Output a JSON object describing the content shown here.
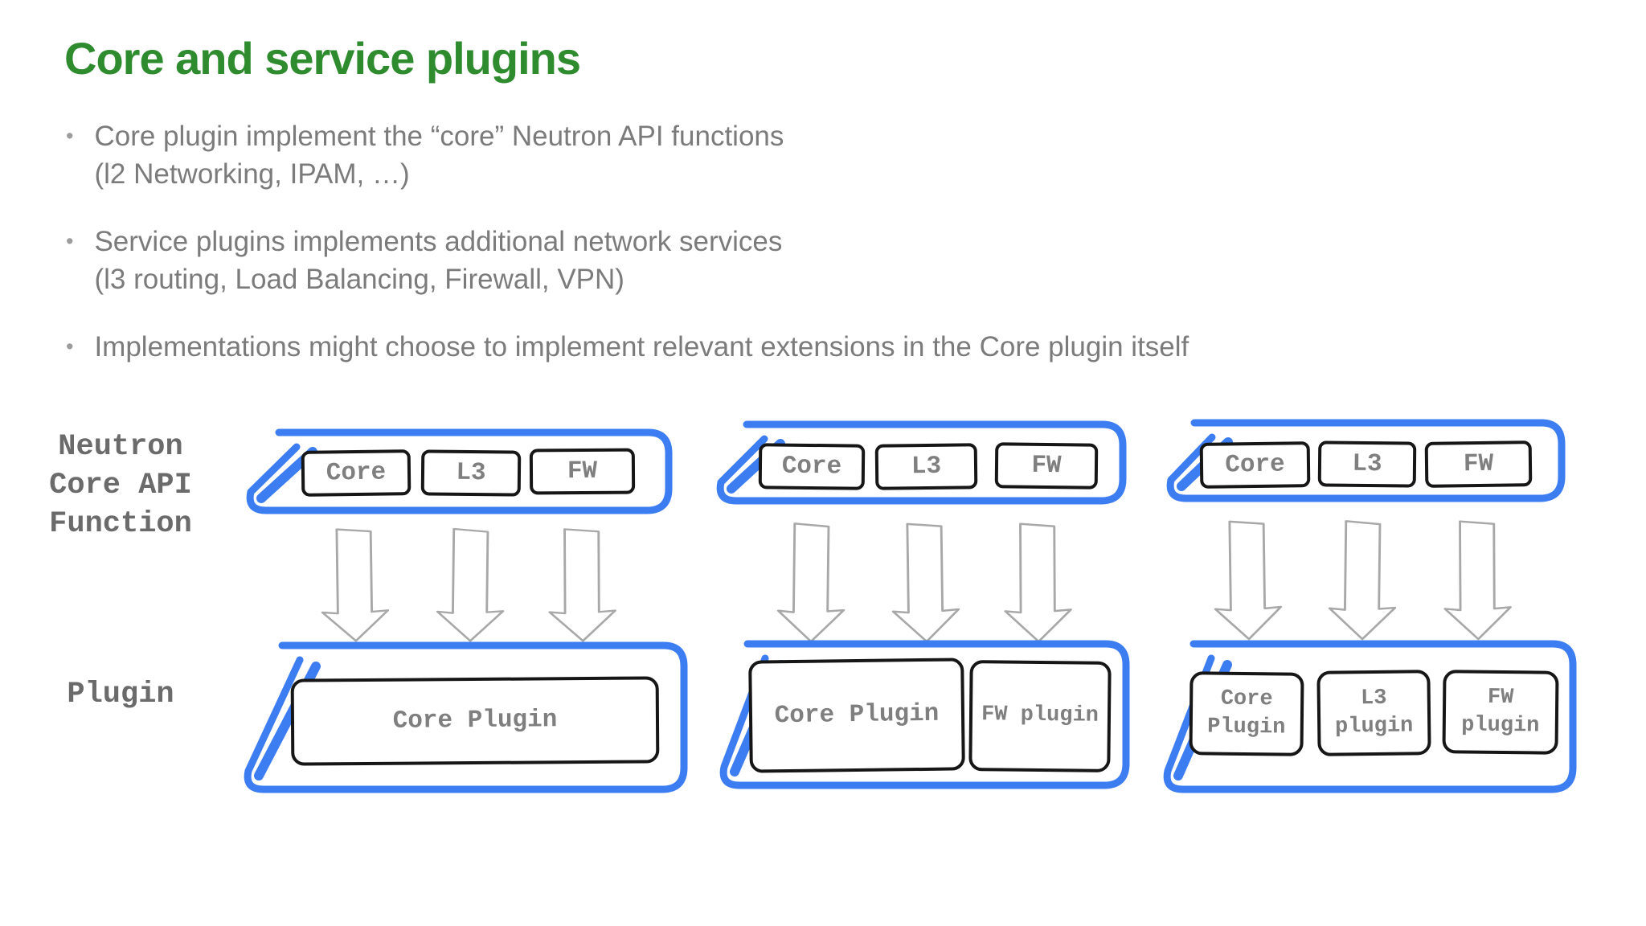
{
  "slide": {
    "title": "Core and service plugins",
    "bullet_char": "•",
    "bullets": [
      {
        "line1": "Core plugin implement the “core” Neutron API functions",
        "line2": "(l2 Networking, IPAM, …)"
      },
      {
        "line1": "Service plugins implements additional network services",
        "line2": "(l3 routing, Load Balancing, Firewall, VPN)"
      },
      {
        "line1": "Implementations might choose to implement relevant extensions in the Core plugin itself",
        "line2": ""
      }
    ]
  },
  "diagram": {
    "api_row_label": "Neutron\nCore API\nFunction",
    "plugin_row_label": "Plugin",
    "groups": [
      {
        "api_boxes": [
          "Core",
          "L3",
          "FW"
        ],
        "plugin_boxes": [
          "Core Plugin"
        ]
      },
      {
        "api_boxes": [
          "Core",
          "L3",
          "FW"
        ],
        "plugin_boxes": [
          "Core Plugin",
          "FW plugin"
        ]
      },
      {
        "api_boxes": [
          "Core",
          "L3",
          "FW"
        ],
        "plugin_boxes": [
          "Core Plugin",
          "L3 plugin",
          "FW plugin"
        ]
      }
    ],
    "colors": {
      "container_stroke": "#3d7df2",
      "box_stroke": "#161616",
      "arrow_stroke": "#a8a8a8",
      "box_text": "#7f7f7f",
      "row_label_text": "#6b6b6b"
    }
  },
  "colors": {
    "title_green": "#2e8b2e",
    "bullet_text": "#7b7b7b",
    "background": "#ffffff"
  }
}
